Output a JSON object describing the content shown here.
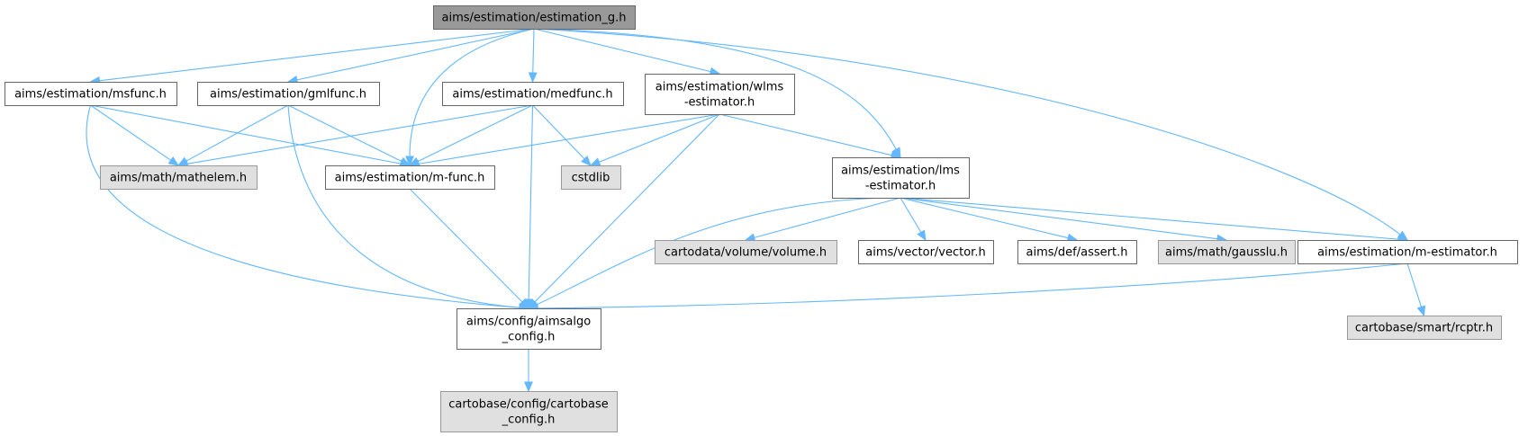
{
  "graph": {
    "colors": {
      "root_fill": "#999999",
      "root_border": "#666666",
      "internal_fill": "#ffffff",
      "internal_border": "#666666",
      "external_fill": "#e0e0e0",
      "external_border": "#999999",
      "edge": "#63b8ff"
    },
    "nodes": [
      {
        "id": "estimation_g",
        "lines": [
          "aims/estimation/estimation_g.h"
        ],
        "kind": "root"
      },
      {
        "id": "msfunc",
        "lines": [
          "aims/estimation/msfunc.h"
        ],
        "kind": "internal"
      },
      {
        "id": "gmlfunc",
        "lines": [
          "aims/estimation/gmlfunc.h"
        ],
        "kind": "internal"
      },
      {
        "id": "medfunc",
        "lines": [
          "aims/estimation/medfunc.h"
        ],
        "kind": "internal"
      },
      {
        "id": "wlms",
        "lines": [
          "aims/estimation/wlms",
          "-estimator.h"
        ],
        "kind": "internal"
      },
      {
        "id": "mathelem",
        "lines": [
          "aims/math/mathelem.h"
        ],
        "kind": "external"
      },
      {
        "id": "mfunc",
        "lines": [
          "aims/estimation/m-func.h"
        ],
        "kind": "internal"
      },
      {
        "id": "cstdlib",
        "lines": [
          "cstdlib"
        ],
        "kind": "external"
      },
      {
        "id": "lms",
        "lines": [
          "aims/estimation/lms",
          "-estimator.h"
        ],
        "kind": "internal"
      },
      {
        "id": "volume",
        "lines": [
          "cartodata/volume/volume.h"
        ],
        "kind": "external"
      },
      {
        "id": "vector",
        "lines": [
          "aims/vector/vector.h"
        ],
        "kind": "internal"
      },
      {
        "id": "assert",
        "lines": [
          "aims/def/assert.h"
        ],
        "kind": "internal"
      },
      {
        "id": "gausslu",
        "lines": [
          "aims/math/gausslu.h"
        ],
        "kind": "external"
      },
      {
        "id": "mestimator",
        "lines": [
          "aims/estimation/m-estimator.h"
        ],
        "kind": "internal"
      },
      {
        "id": "aimsalgo",
        "lines": [
          "aims/config/aimsalgo",
          "_config.h"
        ],
        "kind": "internal"
      },
      {
        "id": "rcptr",
        "lines": [
          "cartobase/smart/rcptr.h"
        ],
        "kind": "external"
      },
      {
        "id": "cartobase",
        "lines": [
          "cartobase/config/cartobase",
          "_config.h"
        ],
        "kind": "external"
      }
    ],
    "edges": [
      [
        "estimation_g",
        "msfunc"
      ],
      [
        "estimation_g",
        "gmlfunc"
      ],
      [
        "estimation_g",
        "medfunc"
      ],
      [
        "estimation_g",
        "wlms"
      ],
      [
        "estimation_g",
        "mfunc"
      ],
      [
        "estimation_g",
        "lms"
      ],
      [
        "estimation_g",
        "mestimator"
      ],
      [
        "msfunc",
        "mathelem"
      ],
      [
        "msfunc",
        "mfunc"
      ],
      [
        "msfunc",
        "aimsalgo"
      ],
      [
        "gmlfunc",
        "mathelem"
      ],
      [
        "gmlfunc",
        "mfunc"
      ],
      [
        "gmlfunc",
        "aimsalgo"
      ],
      [
        "medfunc",
        "mathelem"
      ],
      [
        "medfunc",
        "mfunc"
      ],
      [
        "medfunc",
        "cstdlib"
      ],
      [
        "medfunc",
        "aimsalgo"
      ],
      [
        "wlms",
        "mfunc"
      ],
      [
        "wlms",
        "cstdlib"
      ],
      [
        "wlms",
        "lms"
      ],
      [
        "wlms",
        "aimsalgo"
      ],
      [
        "mfunc",
        "aimsalgo"
      ],
      [
        "lms",
        "volume"
      ],
      [
        "lms",
        "vector"
      ],
      [
        "lms",
        "assert"
      ],
      [
        "lms",
        "gausslu"
      ],
      [
        "lms",
        "mestimator"
      ],
      [
        "lms",
        "aimsalgo"
      ],
      [
        "mestimator",
        "aimsalgo"
      ],
      [
        "mestimator",
        "rcptr"
      ],
      [
        "aimsalgo",
        "cartobase"
      ]
    ]
  }
}
